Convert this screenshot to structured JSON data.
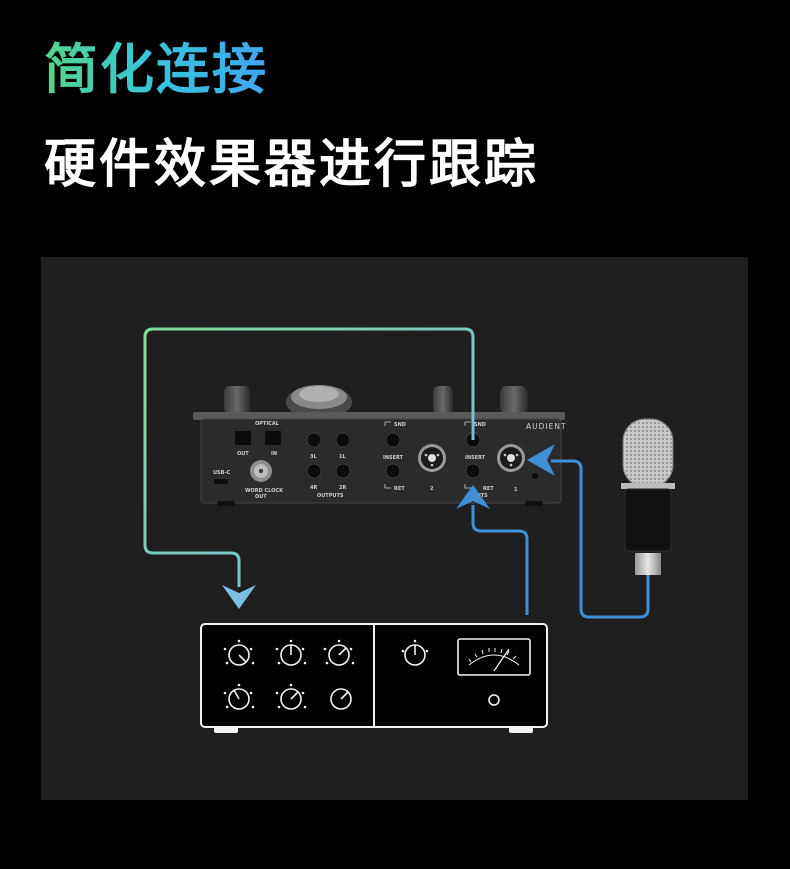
{
  "header": {
    "title": "简化连接",
    "subtitle": "硬件效果器进行跟踪"
  },
  "interface": {
    "brand": "AUDIENT",
    "labels": {
      "optical": "OPTICAL",
      "out": "OUT",
      "in": "IN",
      "usb": "USB-C",
      "word_clock": "WORD CLOCK",
      "word_clock_out": "OUT",
      "o3l": "3L",
      "o1l": "1L",
      "o4r": "4R",
      "o2r": "2R",
      "outputs": "OUTPUTS",
      "snd_a": "SND",
      "insert_a": "INSERT",
      "ret_a": "RET",
      "ch2": "2",
      "snd_b": "SND",
      "insert_b": "INSERT",
      "ret_b": "RET",
      "inputs": "INPUTS",
      "ch1": "1"
    }
  },
  "colors": {
    "send_line_start": "#7ee09a",
    "send_line_end": "#6fb6e6",
    "return_line": "#3f8fd6",
    "background": "#000000",
    "panel": "#1f1f1f"
  },
  "icons": {
    "microphone": "condenser-microphone",
    "outboard": "outboard-effects-processor",
    "interface": "audio-interface-rear"
  }
}
